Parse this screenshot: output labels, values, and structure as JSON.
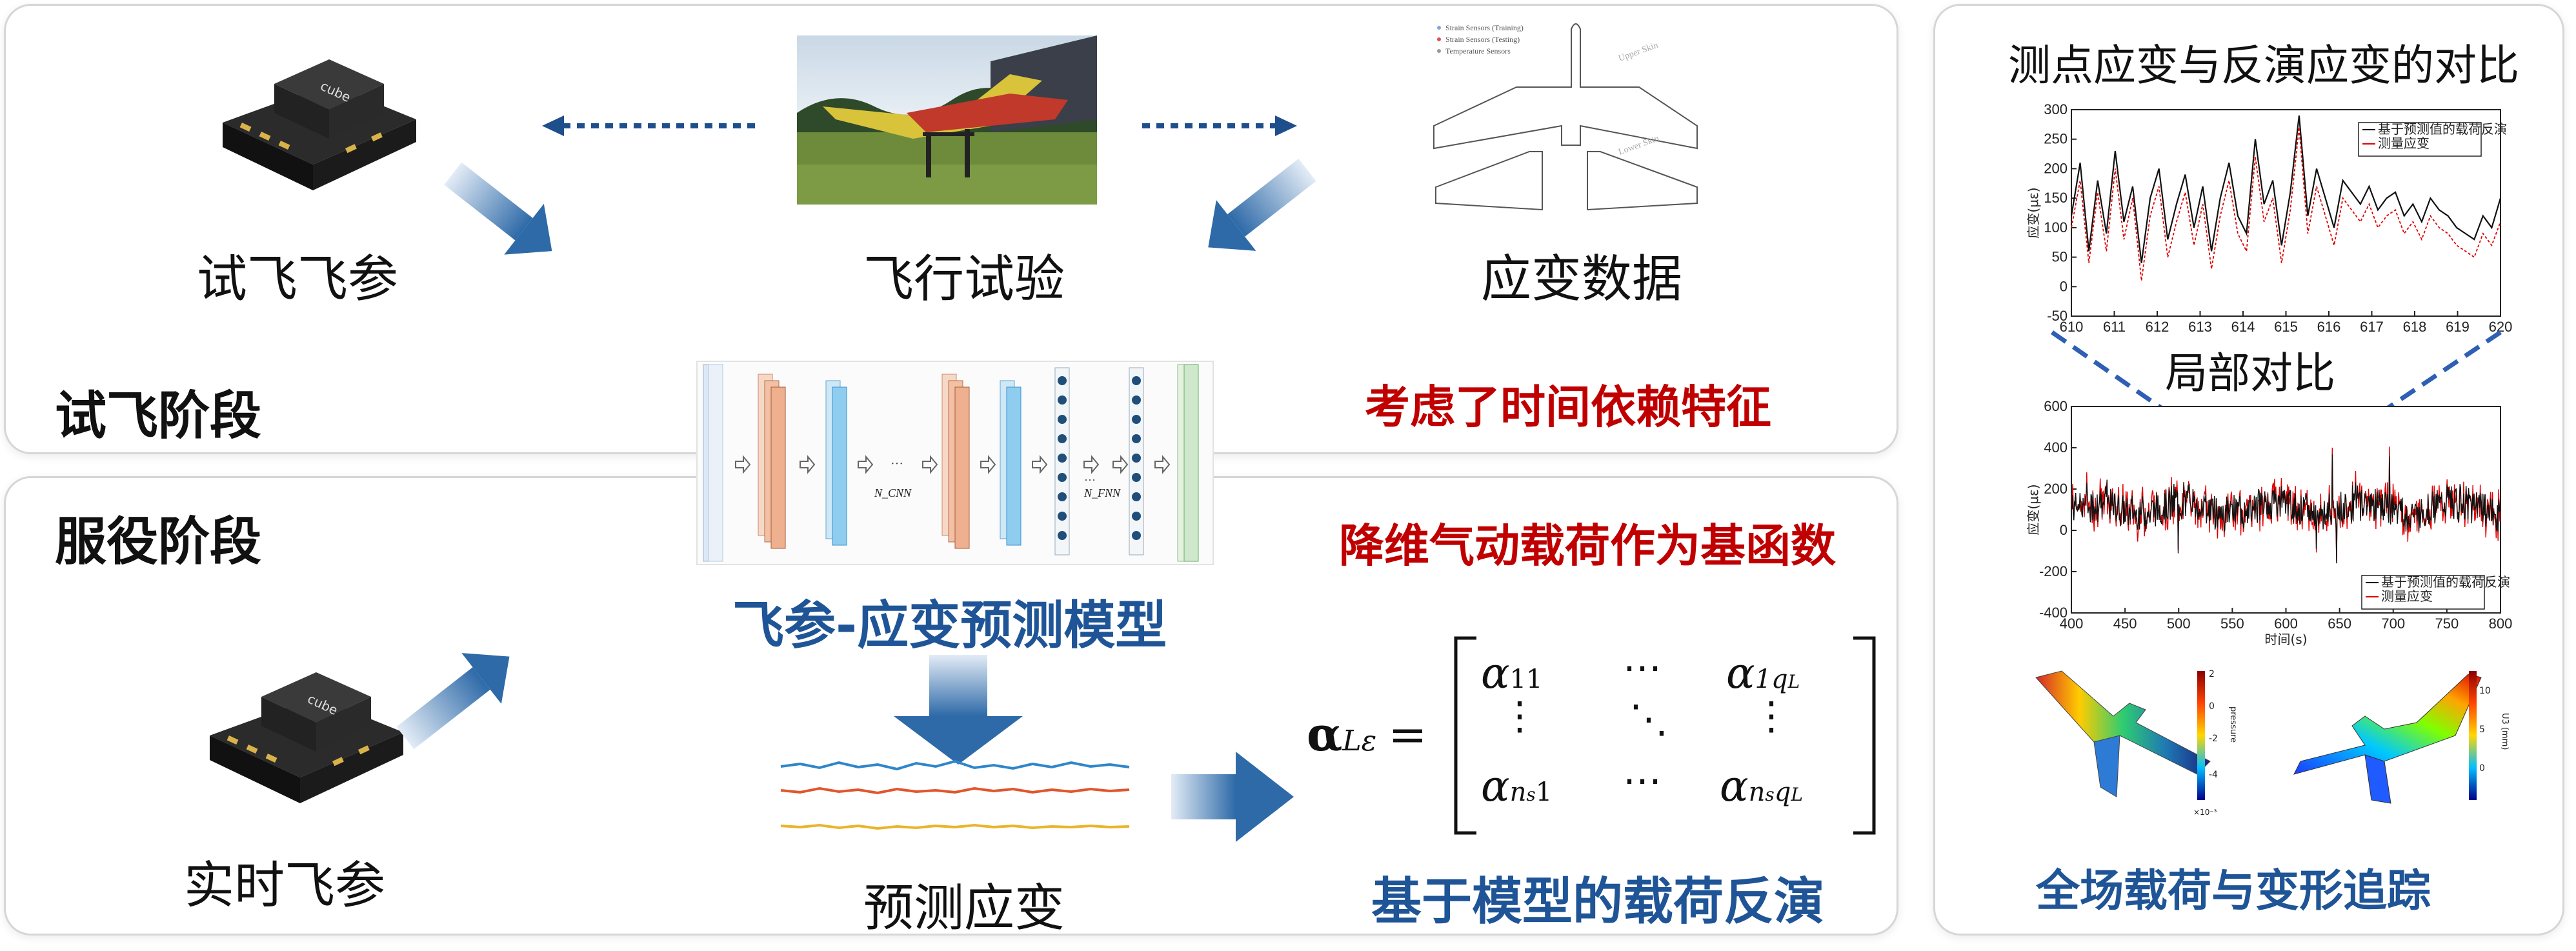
{
  "top_panel": {
    "flight_params": "试飞飞参",
    "flight_test": "飞行试验",
    "strain_data": "应变数据",
    "stage": "试飞阶段",
    "legend_items": [
      "Strain Sensors (Training)",
      "Strain Sensors (Testing)",
      "Temperature Sensors"
    ],
    "wing_labels": [
      "Upper Skin",
      "Lower Skin"
    ],
    "device_brand": "cube"
  },
  "bottom_panel": {
    "stage": "服役阶段",
    "realtime_params": "实时飞参",
    "predicted_strain": "预测应变"
  },
  "middle": {
    "feature_temporal": "考虑了时间依赖特征",
    "feature_basis": "降维气动载荷作为基函数",
    "model_title": "飞参-应变预测模型",
    "inversion_title": "基于模型的载荷反演",
    "n_cnn": "N_CNN",
    "n_fnn": "N_FNN",
    "matrix": {
      "lhs": "α",
      "lhs_sub": "Lε",
      "tl": "α",
      "tl_sub": "11",
      "tr": "α",
      "tr_sub": "1q",
      "tr_subsub": "L",
      "bl": "α",
      "bl_sub": "n",
      "bl_subsub": "s",
      "bl_sub2": "1",
      "br": "α",
      "br_sub": "n",
      "br_subsub": "s",
      "br_sub2": "q",
      "br_subsub2": "L"
    }
  },
  "right_panel": {
    "title": "测点应变与反演应变的对比",
    "local_label": "局部对比",
    "bottom_title": "全场载荷与变形追踪",
    "colorbar1_label": "pressure",
    "colorbar1_exp": "×10⁻³",
    "colorbar2_label": "U3 (mm)"
  },
  "chart_data": [
    {
      "type": "line",
      "ylabel": "应变(με)",
      "xlim": [
        610,
        620
      ],
      "ylim": [
        -50,
        300
      ],
      "x_ticks": [
        "610",
        "611",
        "612",
        "613",
        "614",
        "615",
        "616",
        "617",
        "618",
        "619",
        "620"
      ],
      "y_ticks": [
        "300",
        "250",
        "200",
        "150",
        "100",
        "50",
        "0",
        "-50"
      ],
      "series": [
        {
          "name": "基于预测值的载荷反演",
          "color": "#111111",
          "values": [
            120,
            210,
            60,
            180,
            90,
            230,
            110,
            170,
            40,
            150,
            200,
            80,
            140,
            190,
            100,
            170,
            60,
            150,
            210,
            120,
            90,
            250,
            140,
            180,
            70,
            160,
            290,
            120,
            200,
            150,
            100,
            180,
            160,
            140,
            170,
            130,
            150,
            160,
            120,
            140,
            110,
            150,
            130,
            120,
            100,
            90,
            80,
            120,
            100,
            150
          ]
        },
        {
          "name": "测量应变",
          "color": "#e00000",
          "values": [
            100,
            180,
            40,
            160,
            60,
            200,
            80,
            150,
            10,
            120,
            170,
            50,
            110,
            160,
            70,
            140,
            30,
            120,
            180,
            90,
            60,
            220,
            110,
            150,
            40,
            130,
            270,
            90,
            170,
            120,
            70,
            150,
            130,
            110,
            140,
            100,
            120,
            130,
            90,
            110,
            80,
            120,
            100,
            90,
            70,
            60,
            50,
            90,
            70,
            110
          ]
        }
      ]
    },
    {
      "type": "line",
      "ylabel": "应变(με)",
      "xlabel": "时间(s)",
      "xlim": [
        400,
        800
      ],
      "ylim": [
        -400,
        600
      ],
      "x_ticks": [
        "400",
        "450",
        "500",
        "550",
        "600",
        "650",
        "700",
        "750",
        "800"
      ],
      "y_ticks": [
        "600",
        "400",
        "200",
        "0",
        "-200",
        "-400"
      ],
      "series": [
        {
          "name": "基于预测值的载荷反演",
          "color": "#111111"
        },
        {
          "name": "测量应变",
          "color": "#e00000"
        }
      ]
    }
  ],
  "colors": {
    "accent_blue": "#1f5597",
    "accent_red": "#c00000",
    "panel_border": "#d6d6d6",
    "arrow_blue": "#2e6aa8"
  }
}
